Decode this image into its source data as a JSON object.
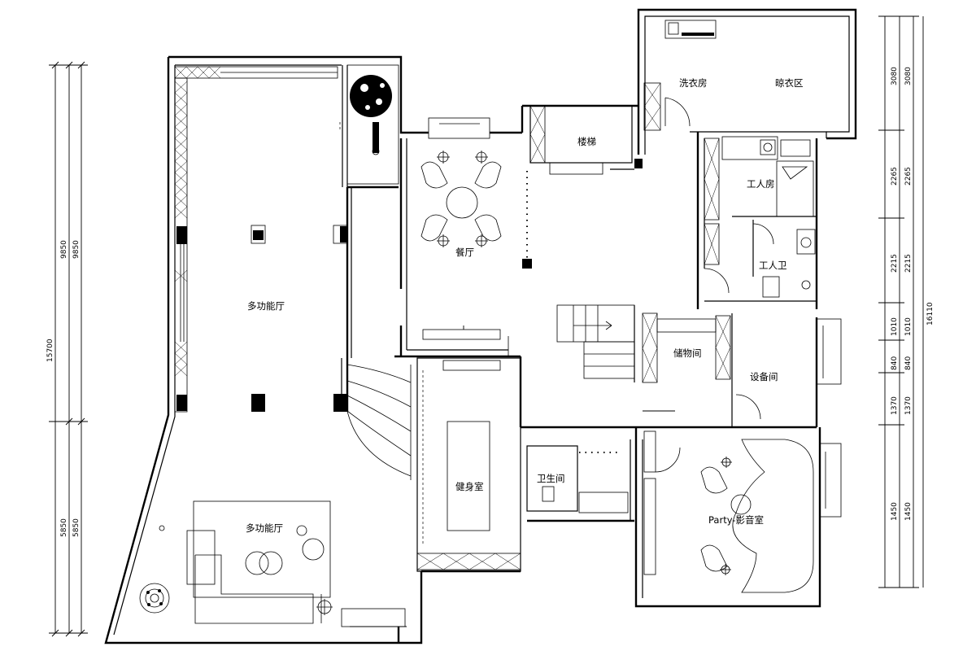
{
  "rooms": {
    "multi_hall_main": "多功能厅",
    "multi_hall_lower": "多功能厅",
    "dining": "餐厅",
    "stair_room": "楼梯",
    "laundry": "洗衣房",
    "drying": "晾衣区",
    "maid_room": "工人房",
    "maid_wc": "工人卫",
    "storage": "储物间",
    "equipment": "设备间",
    "gym": "健身室",
    "toilet": "卫生间",
    "party": "Party-影音室"
  },
  "dimensions": {
    "left_outer": [
      "15700"
    ],
    "left_inner": [
      "9850",
      "5850"
    ],
    "left_inner2": [
      "9850",
      "5850"
    ],
    "right_outer": [
      "16110"
    ],
    "right_inner": [
      "3080",
      "2265",
      "2215",
      "1010",
      "840",
      "1370",
      "1450"
    ],
    "right_inner2": [
      "3080",
      "2265",
      "2215",
      "1010",
      "840",
      "1370",
      "1450"
    ]
  }
}
